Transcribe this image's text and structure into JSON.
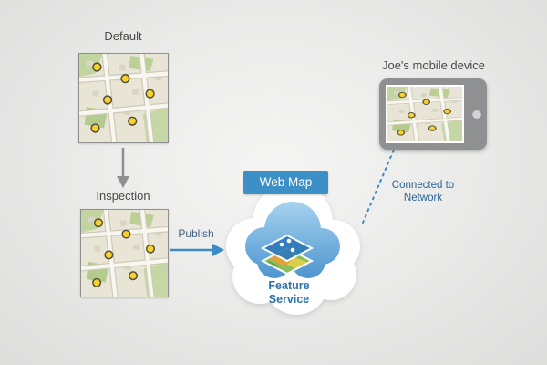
{
  "diagram": {
    "default_label": "Default",
    "inspection_label": "Inspection",
    "publish_label": "Publish",
    "web_map_label": "Web Map",
    "feature_service_label": "Feature Service",
    "network_label": "Connected to Network",
    "device_label": "Joe's mobile device"
  },
  "colors": {
    "background": "#e9e9e8",
    "accent_blue": "#3a8bc6",
    "web_map_bg": "#3d8fc7",
    "cloud_blue_top": "#a6d2f0",
    "cloud_blue_bottom": "#4a92cd",
    "feature_service_text": "#2a72ad",
    "network_text": "#2a6496",
    "label_text": "#4a4a4a",
    "publish_text": "#3d5f82",
    "map_background": "#e9e5d6",
    "map_green": "#bcd096",
    "map_dot_yellow": "#f8d22a",
    "tablet_body": "#8e9092",
    "down_arrow_gray": "#8f8f8f"
  }
}
